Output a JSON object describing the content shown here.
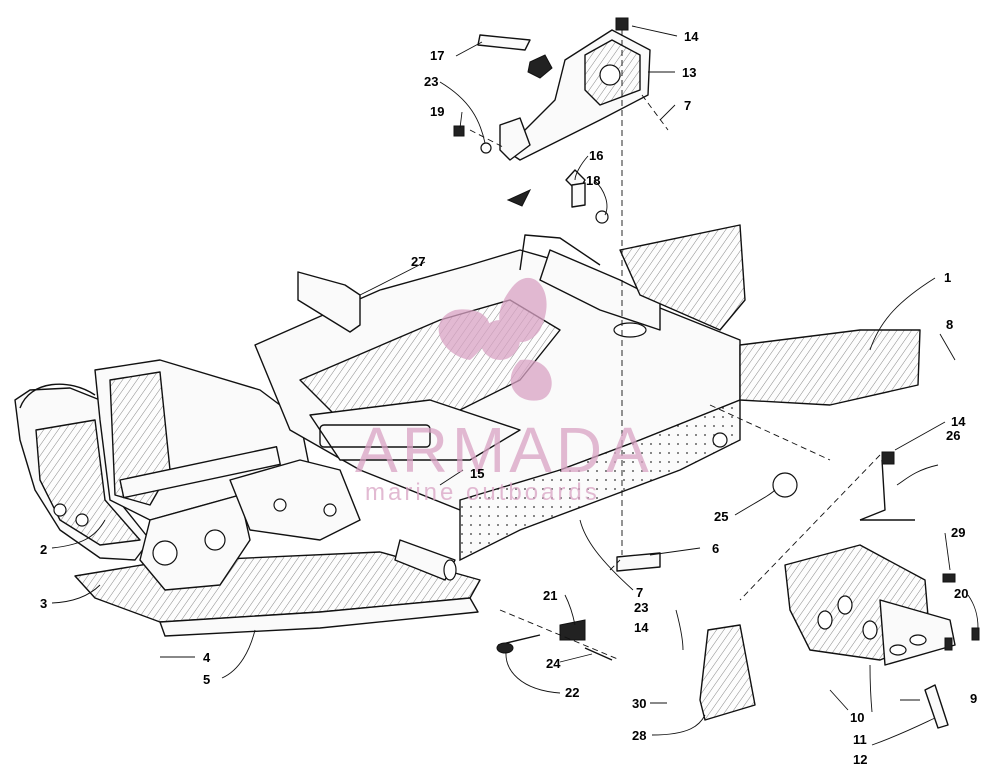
{
  "watermark": {
    "brand": "ARMADA",
    "tagline": "marine outboards",
    "color": "#d9a3c4"
  },
  "callouts": [
    {
      "id": "c1",
      "text": "1"
    },
    {
      "id": "c2",
      "text": "2"
    },
    {
      "id": "c3",
      "text": "3"
    },
    {
      "id": "c4",
      "text": "4"
    },
    {
      "id": "c5",
      "text": "5"
    },
    {
      "id": "c6",
      "text": "6"
    },
    {
      "id": "c7a",
      "text": "7"
    },
    {
      "id": "c7b",
      "text": "7"
    },
    {
      "id": "c8",
      "text": "8"
    },
    {
      "id": "c9",
      "text": "9"
    },
    {
      "id": "c10",
      "text": "10"
    },
    {
      "id": "c11",
      "text": "11"
    },
    {
      "id": "c12",
      "text": "12"
    },
    {
      "id": "c13",
      "text": "13"
    },
    {
      "id": "c14a",
      "text": "14"
    },
    {
      "id": "c14b",
      "text": "14"
    },
    {
      "id": "c14c",
      "text": "14"
    },
    {
      "id": "c15",
      "text": "15"
    },
    {
      "id": "c16",
      "text": "16"
    },
    {
      "id": "c17",
      "text": "17"
    },
    {
      "id": "c18",
      "text": "18"
    },
    {
      "id": "c19",
      "text": "19"
    },
    {
      "id": "c20",
      "text": "20"
    },
    {
      "id": "c21",
      "text": "21"
    },
    {
      "id": "c22",
      "text": "22"
    },
    {
      "id": "c23a",
      "text": "23"
    },
    {
      "id": "c23b",
      "text": "23"
    },
    {
      "id": "c24",
      "text": "24"
    },
    {
      "id": "c25",
      "text": "25"
    },
    {
      "id": "c26",
      "text": "26"
    },
    {
      "id": "c27",
      "text": "27"
    },
    {
      "id": "c28",
      "text": "28"
    },
    {
      "id": "c29",
      "text": "29"
    },
    {
      "id": "c30",
      "text": "30"
    }
  ]
}
